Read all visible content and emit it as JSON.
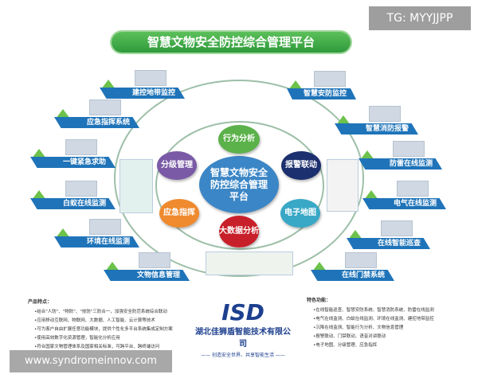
{
  "title": "智慧文物安全防控综合管理平台",
  "watermarks": {
    "top": "TG: MYYJJPP",
    "bottom": "www.syndromeinnov.com"
  },
  "center": {
    "label": "智慧文物安全防控综合管理平台",
    "color": "#3b86c6"
  },
  "nodes": [
    {
      "label": "行为分析",
      "color": "#5bb14a"
    },
    {
      "label": "分级管理",
      "color": "#7a5aa6"
    },
    {
      "label": "报警联动",
      "color": "#1c2f6e"
    },
    {
      "label": "应急指挥",
      "color": "#ef8a2e"
    },
    {
      "label": "电子地图",
      "color": "#39a8c6"
    },
    {
      "label": "大数据分析",
      "color": "#c8202a"
    }
  ],
  "left_items": [
    "建控地带监控",
    "应急指挥系统",
    "一键紧急求助",
    "白蚁在线监测",
    "环境在线监测",
    "文物信息管理"
  ],
  "right_items": [
    "智慧安防监控",
    "智慧消防报警",
    "防雷在线监测",
    "电气在线监测",
    "在线智能巡查",
    "在线门禁系统"
  ],
  "features_left": {
    "heading": "产品特点：",
    "items": [
      "•结合\"人防\"、\"物防\"、\"技防\"三防合一，加强安全防范系统综合联动",
      "•应用移动互联网、物联网、大数据、人工智能、云计算等技术",
      "•可为客户自由扩展任意功能模块，提供个性化多平台系统集成定制方案",
      "•使用高效数字化资源管理，智能化分析应用",
      "•符合国家文物管理体系及国家相关标准，可跨平台、跨终端访问"
    ]
  },
  "features_right": {
    "heading": "特色功能：",
    "items": [
      "•在线智能巡查、智慧安防系统、智慧消防系统、防雷在线监测",
      "•电气在线监测、白蚁在线监测、环境在线监测、建控地带监控",
      "•沉降在线监测、智能行为分析、文物信息管理",
      "•报警联动、门禁联动、语音对讲联动",
      "•电子地图、分级管理、应急指挥"
    ]
  },
  "logo": {
    "mark": "ISD",
    "company": "湖北佳狮盾智能技术有限公司",
    "slogan": "—— 创造安全世界、共享智能生活 ——"
  },
  "colors": {
    "banner": "#1f74b9",
    "accent_green": "#6cc24a",
    "title_green": "#3aa443"
  }
}
